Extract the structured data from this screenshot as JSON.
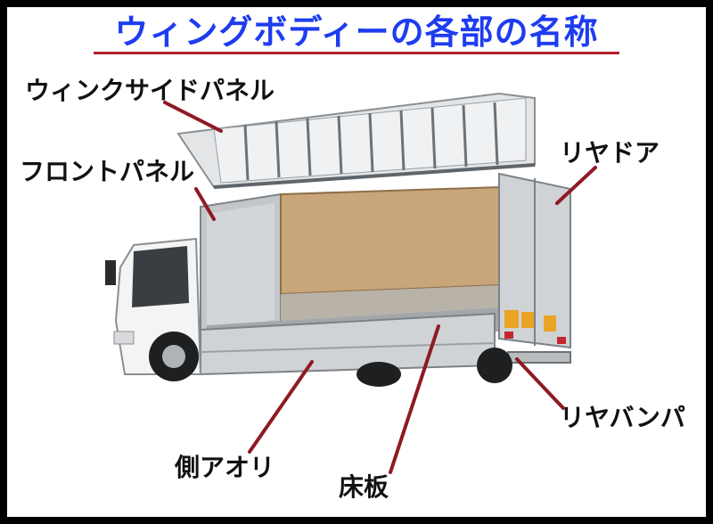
{
  "title": "ウィングボディーの各部の名称",
  "labels": {
    "wing_side_panel": "ウィンクサイドパネル",
    "front_panel": "フロントパネル",
    "rear_door": "リヤドア",
    "rear_bumper": "リヤバンパ",
    "side_gate": "側アオリ",
    "floor": "床板"
  },
  "colors": {
    "title": "#1e3cf0",
    "underline": "#b51e2c",
    "leader_line": "#8e1a24",
    "cargo_wood": "#c9a57a",
    "panel_silver": "#cfd3d6",
    "cab_white": "#f4f4f4"
  }
}
